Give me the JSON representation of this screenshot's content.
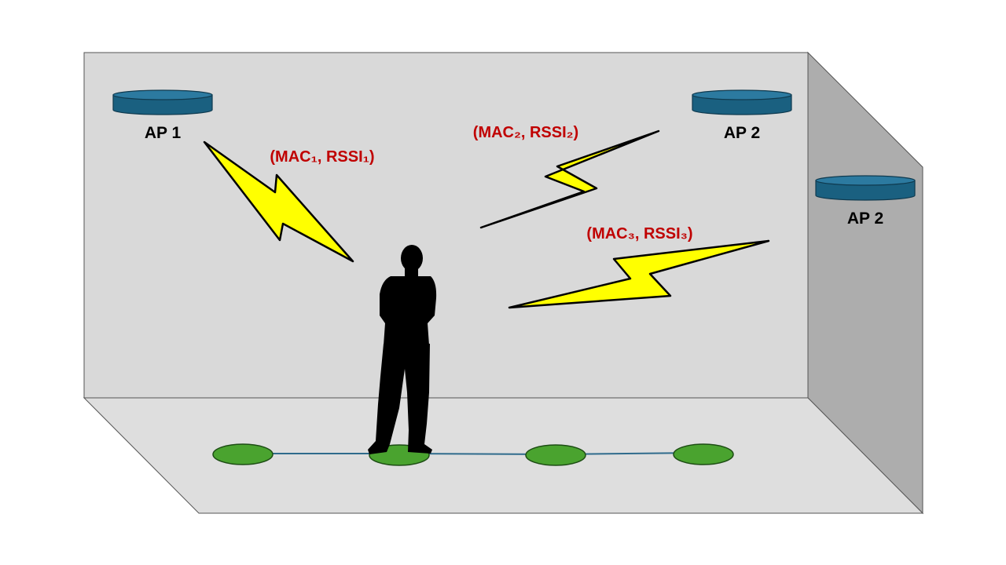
{
  "access_points": [
    {
      "label": "AP 1",
      "icon": "access-point-icon"
    },
    {
      "label": "AP 2",
      "icon": "access-point-icon"
    },
    {
      "label": "AP 2",
      "icon": "access-point-icon"
    }
  ],
  "signals": [
    {
      "label": "(MAC₁, RSSI₁)",
      "icon": "lightning-bolt-icon"
    },
    {
      "label": "(MAC₂, RSSI₂)",
      "icon": "lightning-bolt-icon"
    },
    {
      "label": "(MAC₃, RSSI₃)",
      "icon": "lightning-bolt-icon"
    }
  ],
  "person": {
    "icon": "person-silhouette-icon"
  },
  "floor_markers": {
    "count": 4,
    "icon": "location-marker-icon"
  },
  "colors": {
    "wall_back": "#d9d9d9",
    "wall_side": "#adadad",
    "floor": "#dedede",
    "access_point": "#1a6080",
    "bolt_fill": "#ffff00",
    "signal_text": "#c00000",
    "marker_fill": "#4aa32f",
    "path_line": "#2f6b8c",
    "person": "#000000"
  }
}
